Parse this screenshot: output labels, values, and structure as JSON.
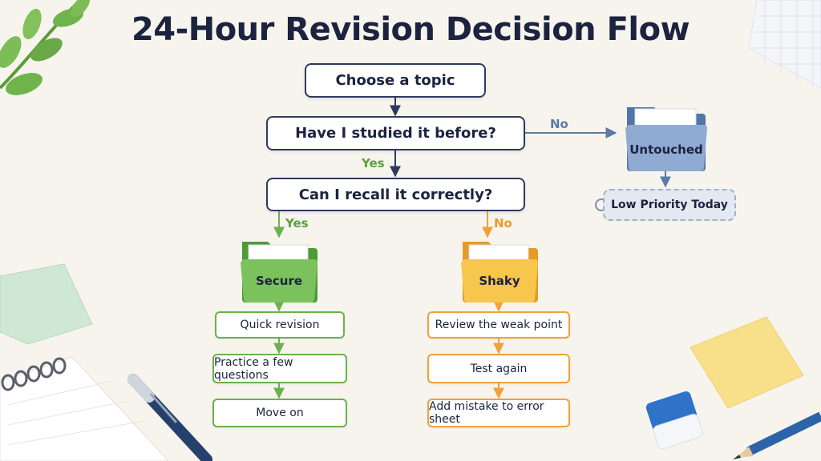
{
  "title": "24-Hour Revision Decision Flow",
  "nodes": {
    "start": "Choose a topic",
    "studied": "Have I studied it before?",
    "recall": "Can I recall it correctly?"
  },
  "branch_labels": {
    "studied_no": "No",
    "studied_yes": "Yes",
    "recall_yes": "Yes",
    "recall_no": "No"
  },
  "outcomes": {
    "untouched": "Untouched",
    "secure": "Secure",
    "shaky": "Shaky"
  },
  "priority_tag": "Low Priority Today",
  "secure_steps": [
    "Quick revision",
    "Practice a few questions",
    "Move on"
  ],
  "shaky_steps": [
    "Review the weak point",
    "Test again",
    "Add mistake to error sheet"
  ],
  "colors": {
    "node_border": "#2d3a5c",
    "secure": "#6db14e",
    "shaky": "#f0a23a",
    "untouched": "#5b7aa5"
  }
}
